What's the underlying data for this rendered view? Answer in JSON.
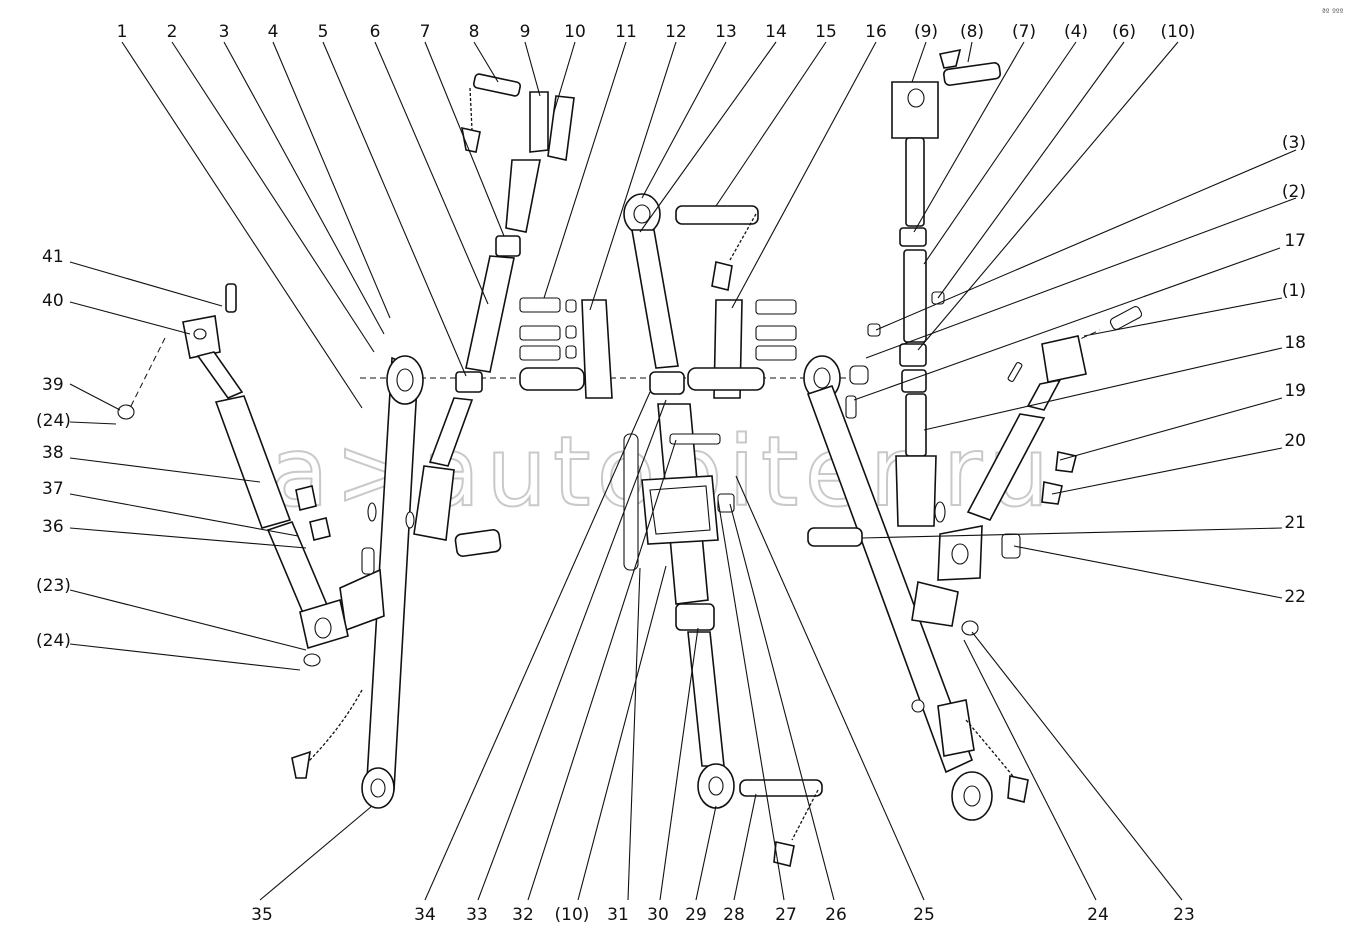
{
  "watermark": "a>autopiter.ru",
  "corner_mark": "ªº ººº",
  "labels": {
    "top": [
      "1",
      "2",
      "3",
      "4",
      "5",
      "6",
      "7",
      "8",
      "9",
      "10",
      "11",
      "12",
      "13",
      "14",
      "15",
      "16",
      "(9)",
      "(8)",
      "(7)",
      "(4)",
      "(6)",
      "(10)"
    ],
    "right": [
      "(3)",
      "(2)",
      "17",
      "(1)",
      "18",
      "19",
      "20",
      "21",
      "22"
    ],
    "left": [
      "41",
      "40",
      "39",
      "(24)",
      "38",
      "37",
      "36",
      "(23)",
      "(24)"
    ],
    "bottom": [
      "35",
      "34",
      "33",
      "32",
      "(10)",
      "31",
      "30",
      "29",
      "28",
      "27",
      "26",
      "25",
      "24",
      "23"
    ]
  }
}
